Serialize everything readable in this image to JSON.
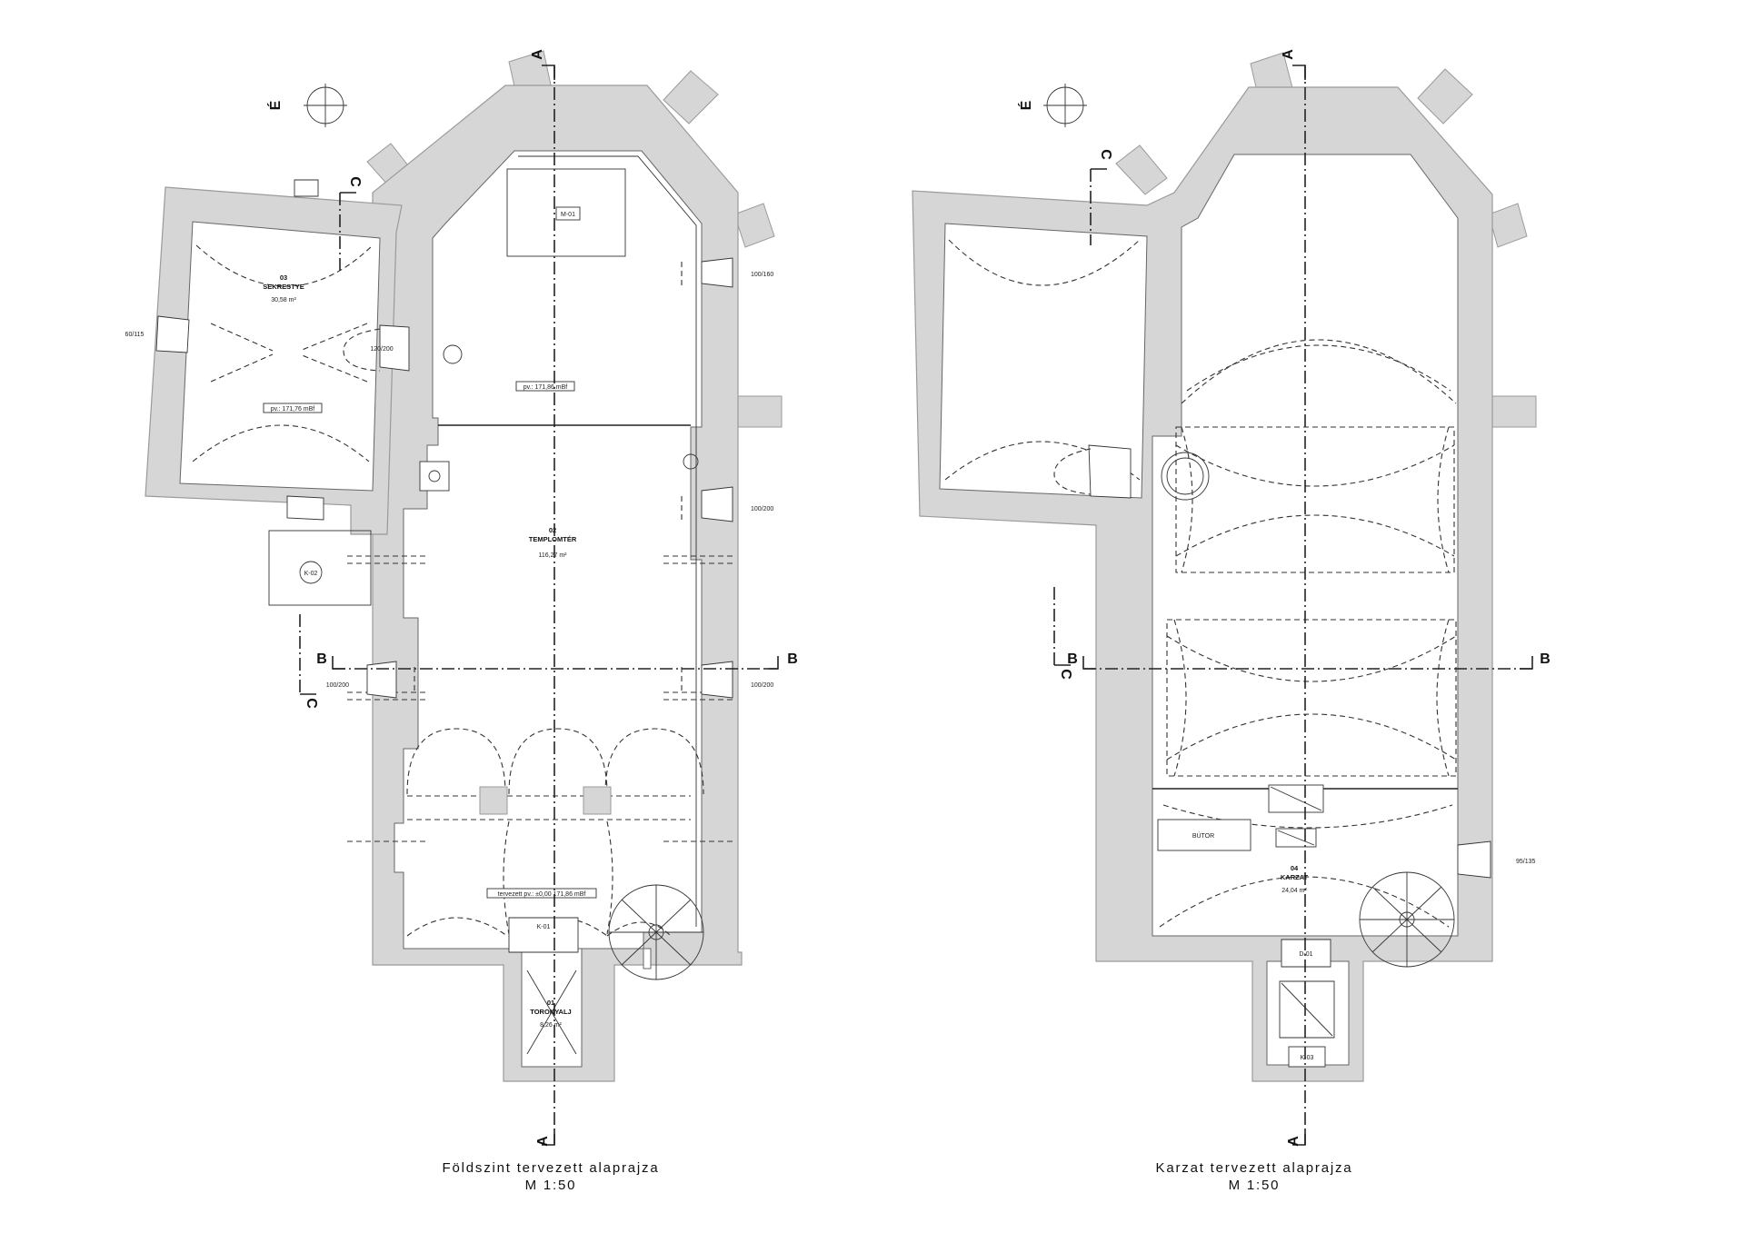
{
  "plans": [
    {
      "caption": "Földszint tervezett alaprajza",
      "scale": "M 1:50",
      "north_label": "É",
      "section_labels": [
        "A",
        "A",
        "B",
        "B",
        "C",
        "C"
      ],
      "rooms": [
        {
          "number": "01",
          "name": "TORONYALJ",
          "area": "8,26 m²"
        },
        {
          "number": "02",
          "name": "TEMPLOMTÉR",
          "area": "116,27 m²"
        },
        {
          "number": "03",
          "name": "SEKRESTYE",
          "area": "30,58 m²"
        }
      ],
      "level_labels": [
        "pv.: 171,76 mBf",
        "pv.: 171,86 mBf",
        "tervezett pv.: ±0,00 171,86 mBf"
      ],
      "tags": [
        "M-01",
        "K-01",
        "K-02"
      ],
      "dimensions": [
        "100/160",
        "100/200",
        "100/200",
        "100/200",
        "120/200",
        "60/115"
      ]
    },
    {
      "caption": "Karzat tervezett alaprajza",
      "scale": "M 1:50",
      "north_label": "É",
      "section_labels": [
        "A",
        "A",
        "B",
        "B",
        "C",
        "C"
      ],
      "rooms": [
        {
          "number": "04",
          "name": "KARZAT",
          "area": "24,04 m²"
        }
      ],
      "tags": [
        "D-01",
        "K-03",
        "BÚTOR"
      ],
      "dimensions": [
        "95/135"
      ]
    }
  ]
}
